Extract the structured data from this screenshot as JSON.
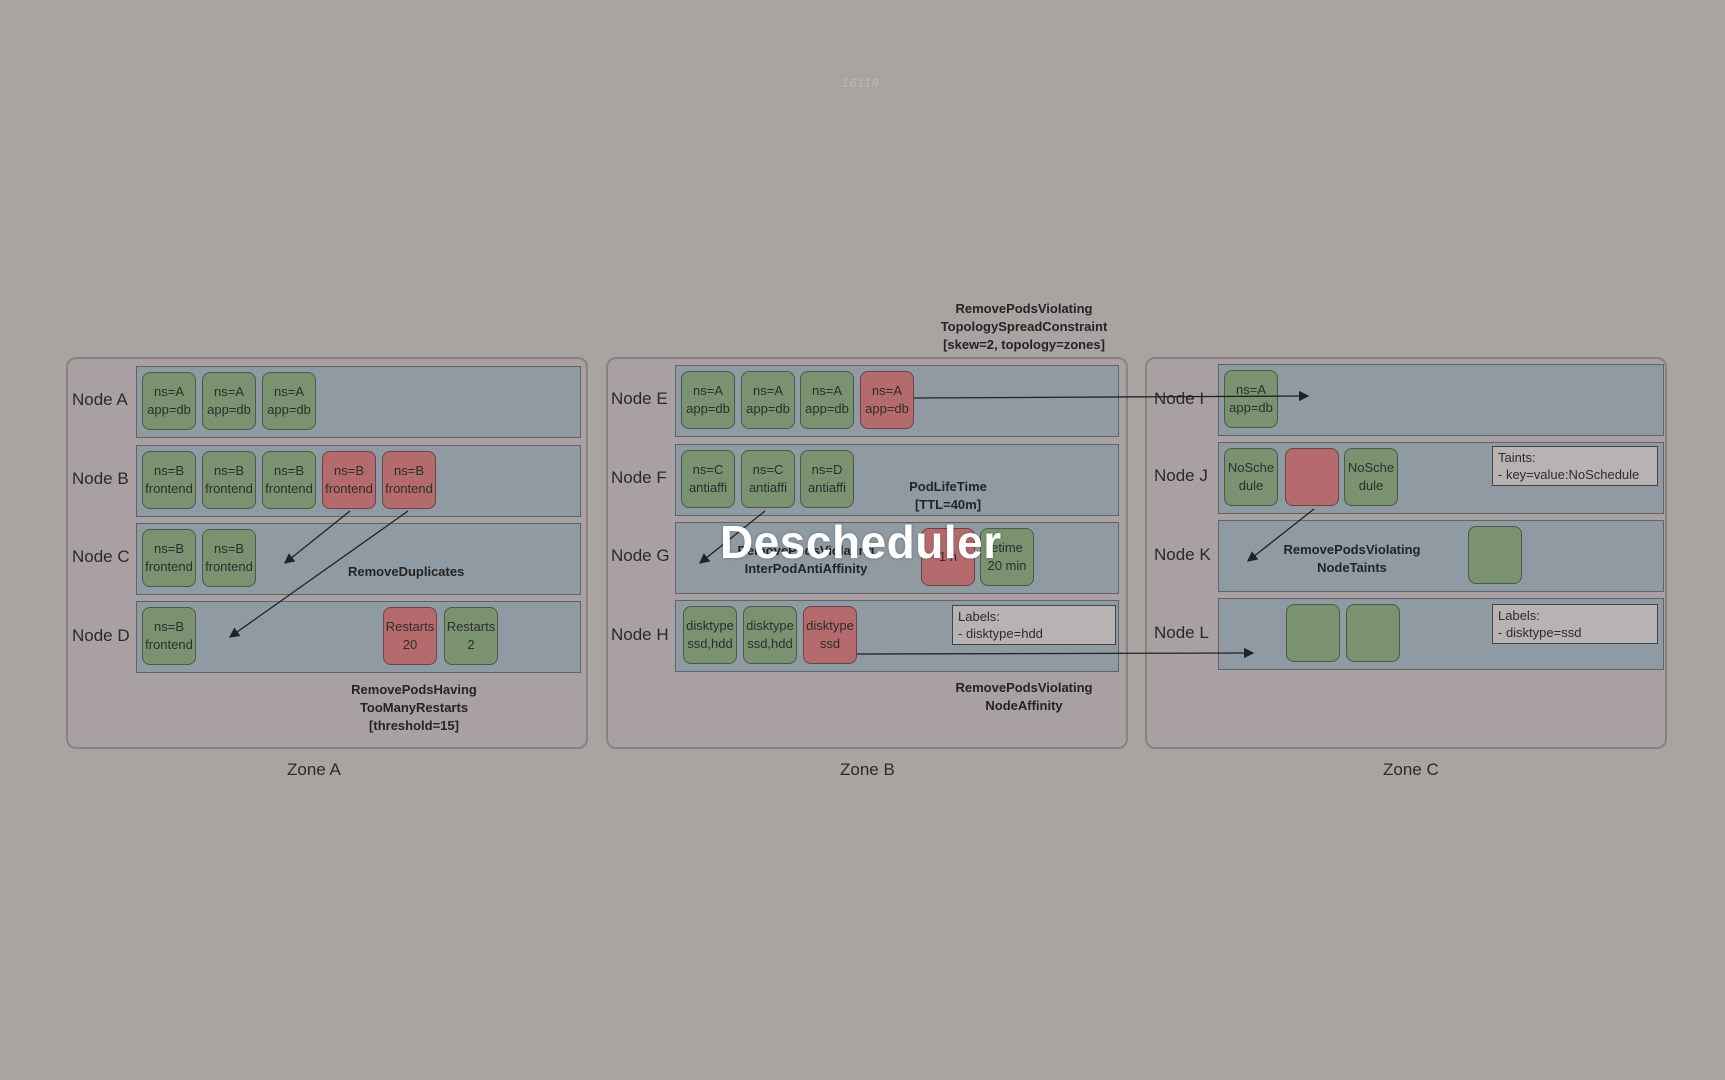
{
  "watermark": "16118",
  "title": "Descheduler",
  "zones": {
    "a": "Zone A",
    "b": "Zone B",
    "c": "Zone C"
  },
  "nodes": {
    "a": "Node A",
    "b": "Node B",
    "c": "Node C",
    "d": "Node D",
    "e": "Node E",
    "f": "Node F",
    "g": "Node G",
    "h": "Node H",
    "i": "Node I",
    "j": "Node J",
    "k": "Node K",
    "l": "Node L"
  },
  "pods": {
    "a1": [
      "ns=A",
      "app=db"
    ],
    "a2": [
      "ns=A",
      "app=db"
    ],
    "a3": [
      "ns=A",
      "app=db"
    ],
    "b1": [
      "ns=B",
      "frontend"
    ],
    "b2": [
      "ns=B",
      "frontend"
    ],
    "b3": [
      "ns=B",
      "frontend"
    ],
    "b4": [
      "ns=B",
      "frontend"
    ],
    "b5": [
      "ns=B",
      "frontend"
    ],
    "c1": [
      "ns=B",
      "frontend"
    ],
    "c2": [
      "ns=B",
      "frontend"
    ],
    "d1": [
      "ns=B",
      "frontend"
    ],
    "d2": [
      "Restarts",
      "20"
    ],
    "d3": [
      "Restarts",
      "2"
    ],
    "e1": [
      "ns=A",
      "app=db"
    ],
    "e2": [
      "ns=A",
      "app=db"
    ],
    "e3": [
      "ns=A",
      "app=db"
    ],
    "e4": [
      "ns=A",
      "app=db"
    ],
    "f1": [
      "ns=C",
      "antiaffi"
    ],
    "f2": [
      "ns=C",
      "antiaffi"
    ],
    "f3": [
      "ns=D",
      "antiaffi"
    ],
    "g1": [
      "",
      "1 h"
    ],
    "g2": [
      "etime",
      "20 min"
    ],
    "h1": [
      "disktype",
      "ssd,hdd"
    ],
    "h2": [
      "disktype",
      "ssd,hdd"
    ],
    "h3": [
      "disktype",
      "ssd"
    ],
    "i1": [
      "ns=A",
      "app=db"
    ],
    "j1": [
      "NoSche",
      "dule"
    ],
    "j3": [
      "NoSche",
      "dule"
    ]
  },
  "captions": {
    "remove_duplicates": "RemoveDuplicates",
    "too_many_restarts": [
      "RemovePodsHaving",
      "TooManyRestarts",
      "[threshold=15]"
    ],
    "topology": [
      "RemovePodsViolating",
      "TopologySpreadConstraint",
      "[skew=2, topology=zones]"
    ],
    "pod_lifetime": [
      "PodLifeTime",
      "[TTL=40m]"
    ],
    "inter_pod": [
      "RemovePodsViolating",
      "InterPodAntiAffinity"
    ],
    "node_affinity": [
      "RemovePodsViolating",
      "NodeAffinity"
    ],
    "node_taints": [
      "RemovePodsViolating",
      "NodeTaints"
    ]
  },
  "label_boxes": {
    "h": [
      "Labels:",
      "- disktype=hdd"
    ],
    "j": [
      "Taints:",
      "- key=value:NoSchedule"
    ],
    "l": [
      "Labels:",
      "- disktype=ssd"
    ]
  },
  "colors": {
    "green_pod": "#7b9271",
    "red_pod": "#b56b6d",
    "node_row": "#8f9aa3"
  }
}
